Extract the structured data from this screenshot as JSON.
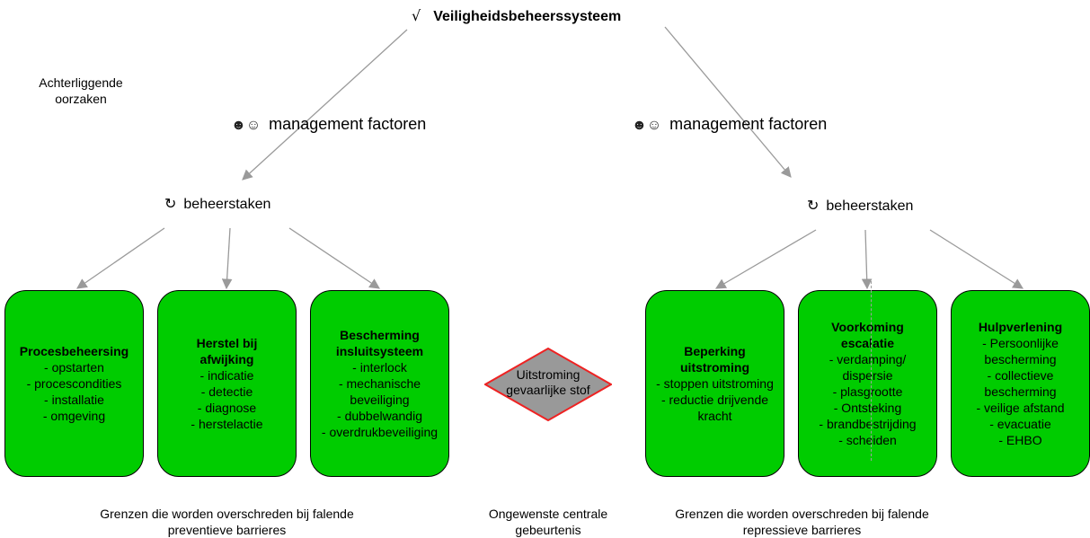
{
  "title": {
    "check": "√",
    "text": "Veiligheidsbeheerssysteem"
  },
  "root_causes": [
    "Achterliggende",
    "oorzaken"
  ],
  "management_left": "management  factoren",
  "management_right": "management  factoren",
  "tasks_left": "beheerstaken",
  "tasks_right": "beheerstaken",
  "boxes": [
    {
      "title": [
        "Procesbeheersing"
      ],
      "items": [
        "- opstarten",
        "- procescondities",
        "- installatie",
        "- omgeving"
      ]
    },
    {
      "title": [
        "Herstel bij",
        "afwijking"
      ],
      "items": [
        "- indicatie",
        "- detectie",
        "- diagnose",
        "- herstelactie"
      ]
    },
    {
      "title": [
        "Bescherming",
        "insluitsysteem"
      ],
      "items": [
        "- interlock",
        "- mechanische",
        "beveiliging",
        "- dubbelwandig",
        "- overdrukbeveiliging"
      ]
    },
    {
      "title": [
        "Beperking",
        "uitstroming"
      ],
      "items": [
        "- stoppen uitstroming",
        "- reductie drijvende",
        "kracht"
      ]
    },
    {
      "title": [
        "Voorkoming",
        "escalatie"
      ],
      "items": [
        "- verdamping/",
        "dispersie",
        "- plasgrootte",
        "- Ontsteking",
        "- brandbestrijding",
        "- scheiden"
      ]
    },
    {
      "title": [
        "Hulpverlening"
      ],
      "items": [
        "- Persoonlijke",
        "bescherming",
        "- collectieve",
        "bescherming",
        "- veilige afstand",
        "- evacuatie",
        "- EHBO"
      ]
    }
  ],
  "central_event": [
    "Uitstroming",
    "gevaarlijke stof"
  ],
  "footer": {
    "left": [
      "Grenzen die worden overschreden bij falende",
      "preventieve barrieres"
    ],
    "middle": [
      "Ongewenste centrale",
      "gebeurtenis"
    ],
    "right": [
      "Grenzen die worden overschreden bij falende",
      "repressieve barrieres"
    ]
  },
  "colors": {
    "box_fill": "#00cc00",
    "diamond_fill": "#999999",
    "diamond_border": "#ee2222",
    "arrow": "#9a9a9a"
  },
  "icons": {
    "management": "people-icon",
    "tasks": "cycle-icon"
  }
}
